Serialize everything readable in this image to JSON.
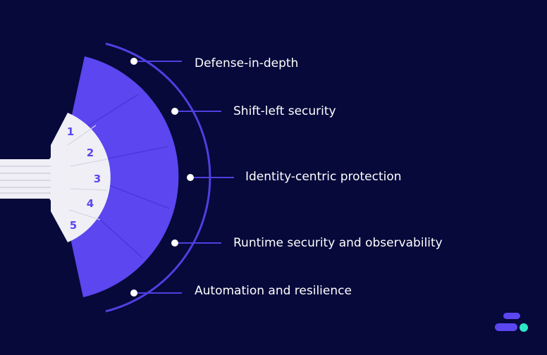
{
  "colors": {
    "background": "#06093a",
    "accent": "#5b46f0",
    "ring": "#4f3fe0",
    "inner": "#efeff5",
    "dot": "#ffffff",
    "logo_teal": "#2ee6c8"
  },
  "segments": [
    {
      "number": "1",
      "label": "Defense-in-depth"
    },
    {
      "number": "2",
      "label": "Shift-left security"
    },
    {
      "number": "3",
      "label": "Identity-centric protection"
    },
    {
      "number": "4",
      "label": "Runtime security and observability"
    },
    {
      "number": "5",
      "label": "Automation and resilience"
    }
  ],
  "logo": {
    "icon": "brand-logo-icon"
  }
}
